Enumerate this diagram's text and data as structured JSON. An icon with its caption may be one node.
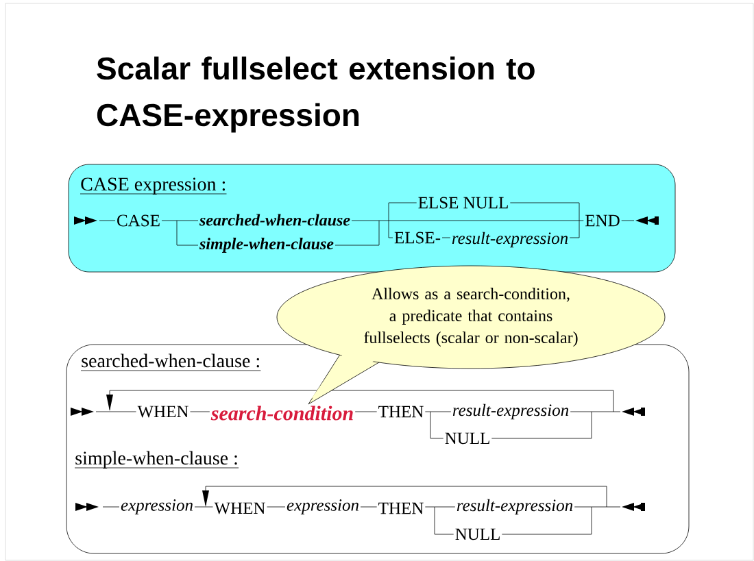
{
  "diagram": {
    "title": "Scalar fullselect extension to CASE-expression",
    "nodes": [
      {
        "text": [
          "CASE expression :",
          "CASE",
          "searched-when-clause",
          "simple-when-clause",
          "ELSE NULL",
          "ELSE-",
          "result-expression",
          "END"
        ]
      },
      {
        "text": [
          "Allows as a search-condition, a predicate that contains fullselects (scalar or non-scalar)"
        ]
      },
      {
        "text": [
          "searched-when-clause :",
          "WHEN",
          "search-condition",
          "THEN",
          "result-expression",
          "NULL",
          "simple-when-clause :",
          "expression",
          "WHEN",
          "expression",
          "THEN",
          "result-expression",
          "NULL"
        ]
      }
    ]
  }
}
